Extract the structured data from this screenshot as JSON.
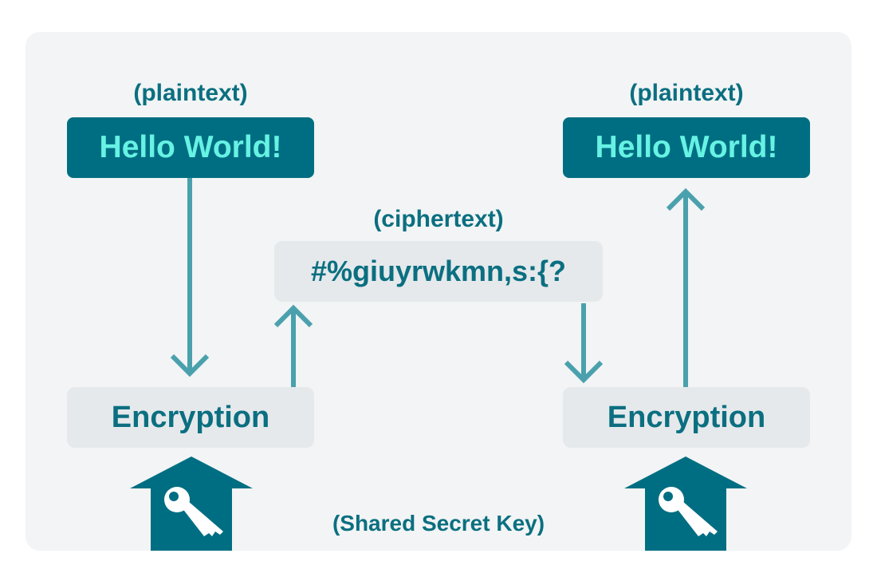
{
  "sender": {
    "plaintext_label": "(plaintext)",
    "message": "Hello World!",
    "process_label": "Encryption"
  },
  "ciphertext": {
    "label": "(ciphertext)",
    "value": "#%giuyrwkmn,s:{?"
  },
  "receiver": {
    "plaintext_label": "(plaintext)",
    "message": "Hello World!",
    "process_label": "Encryption"
  },
  "key_label": "(Shared Secret Key)",
  "colors": {
    "teal_dark": "#006e82",
    "text_teal": "#0b6f80",
    "arrow": "#4aa1ad",
    "plaintext_text": "#67f2e4",
    "box_light": "#e5e9ec",
    "background_panel": "#f2f4f5"
  },
  "icons": [
    "key-house-icon-left",
    "key-house-icon-right"
  ]
}
